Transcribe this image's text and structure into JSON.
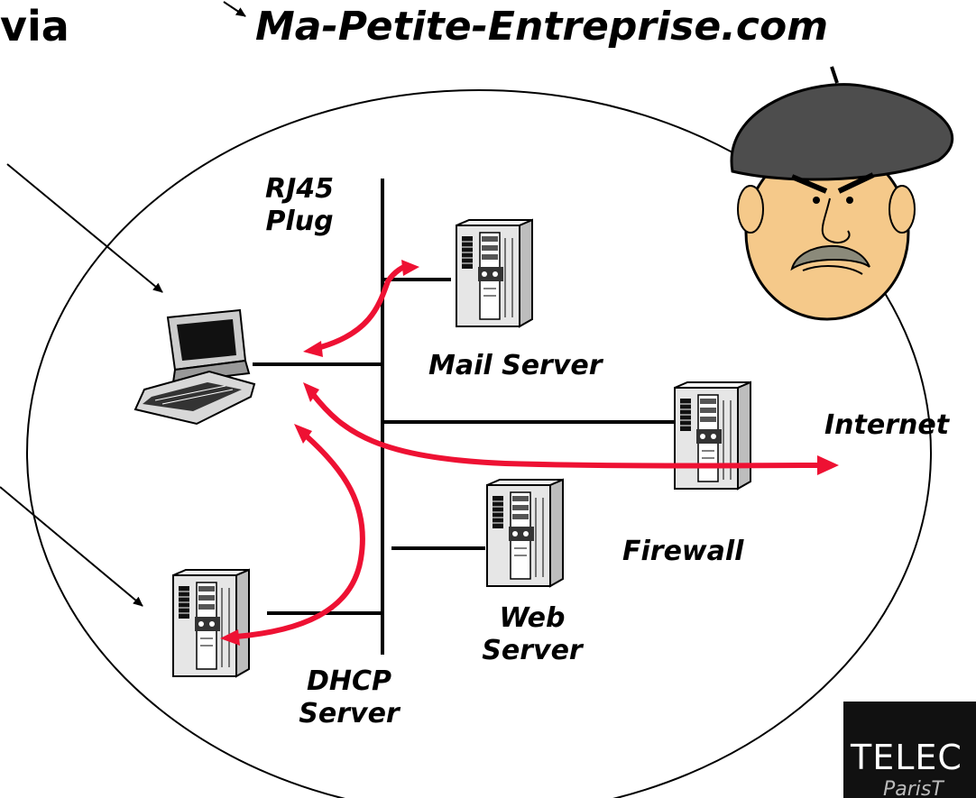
{
  "heading_fragment": "via",
  "title": "Ma-Petite-Entreprise.com",
  "labels": {
    "rj45_line1": "RJ45",
    "rj45_line2": "Plug",
    "mail_server": "Mail Server",
    "internet": "Internet",
    "firewall": "Firewall",
    "web_line1": "Web",
    "web_line2": "Server",
    "dhcp_line1": "DHCP",
    "dhcp_line2": "Server"
  },
  "logo": {
    "main": "TELEC",
    "sub": "ParisT"
  },
  "colors": {
    "flow_arrow": "#ee1133",
    "line": "#000000",
    "server_body": "#e6e6e6"
  },
  "icons": [
    "laptop-icon",
    "server-icon",
    "beret-man-face-icon"
  ]
}
